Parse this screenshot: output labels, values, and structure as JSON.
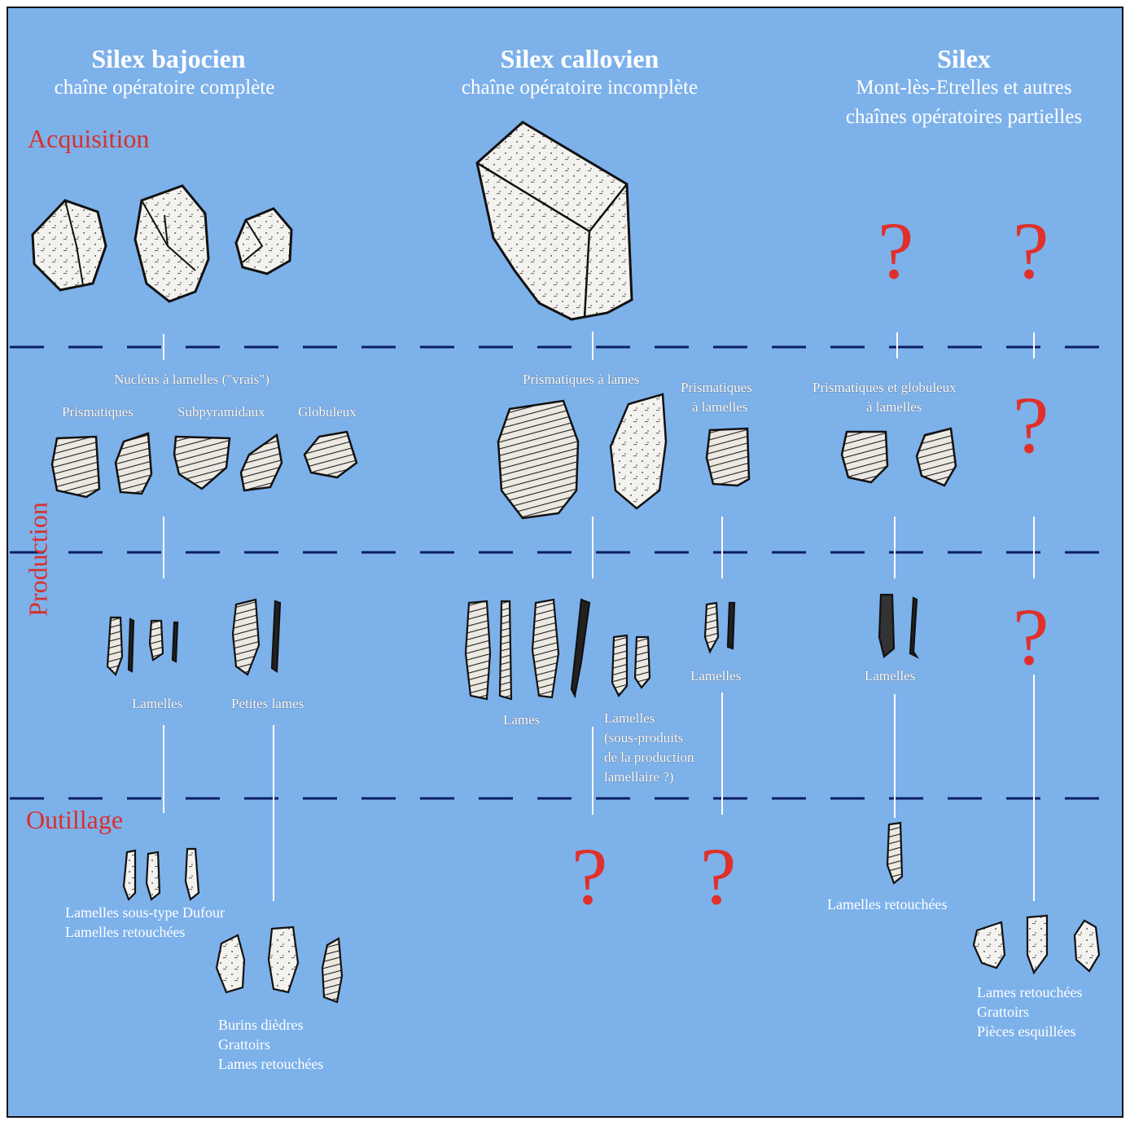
{
  "columns": [
    {
      "title": "Silex bajocien",
      "subtitle": "chaîne opératoire complète"
    },
    {
      "title": "Silex callovien",
      "subtitle": "chaîne opératoire incomplète"
    },
    {
      "title": "Silex",
      "subtitle_line1": "Mont-lès-Etrelles et autres",
      "subtitle_line2": "chaînes opératoires partielles"
    }
  ],
  "stages": {
    "acquisition": "Acquisition",
    "production": "Production",
    "outillage": "Outillage"
  },
  "labels": {
    "nucleus_header": "Nucléus à lamelles (\"vrais\")",
    "prismatiques": "Prismatiques",
    "subpyramidaux": "Subpyramidaux",
    "globuleux": "Globuleux",
    "prismatiques_lames": "Prismatiques à lames",
    "prismatiques_lamelles_1": "Prismatiques",
    "prismatiques_lamelles_2": "à lamelles",
    "prism_glob_1": "Prismatiques et globuleux",
    "prism_glob_2": "à lamelles",
    "lamelles_baj": "Lamelles",
    "petites_lames": "Petites lames",
    "lames_call": "Lames",
    "lamelles_call_1": "Lamelles",
    "lamelles_call_2": "(sous-produits",
    "lamelles_call_3": "de la production",
    "lamelles_call_4": "lamellaire ?)",
    "lamelles_c3": "Lamelles",
    "lamelles_c4": "Lamelles",
    "outil_baj_1": "Lamelles sous-type Dufour",
    "outil_baj_2": "Lamelles retouchées",
    "outil_baj2_1": "Burins dièdres",
    "outil_baj2_2": "Grattoirs",
    "outil_baj2_3": "Lames retouchées",
    "lamelles_retouchees": "Lamelles retouchées",
    "outil_c5_1": "Lames retouchées",
    "outil_c5_2": "Grattoirs",
    "outil_c5_3": "Pièces esquillées"
  },
  "question_mark": "?",
  "colors": {
    "background": "#7db1ea",
    "stage": "#d8302c",
    "dashes": "#0b1f66",
    "question": "#e0302b"
  }
}
